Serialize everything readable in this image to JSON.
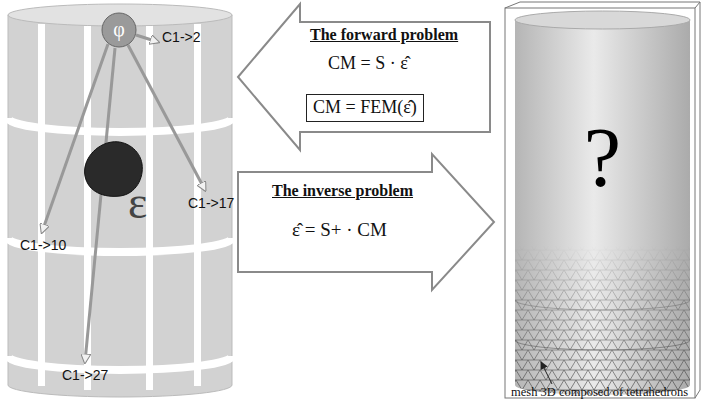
{
  "diagram": {
    "nodes": [
      {
        "text": [
          "φ"
        ]
      },
      {
        "text": [
          "ε"
        ]
      },
      {
        "text": [
          "The forward problem",
          "CM = S · ε̂",
          "CM = FEM(ε̂)"
        ]
      },
      {
        "text": [
          "The inverse problem",
          "ε̂ = S+ · CM"
        ]
      },
      {
        "text": [
          "?"
        ]
      }
    ],
    "labels": [
      "C1->2",
      "C1->10",
      "C1->17",
      "C1->27",
      "mesh 3D composed of tetrahedrons"
    ]
  }
}
